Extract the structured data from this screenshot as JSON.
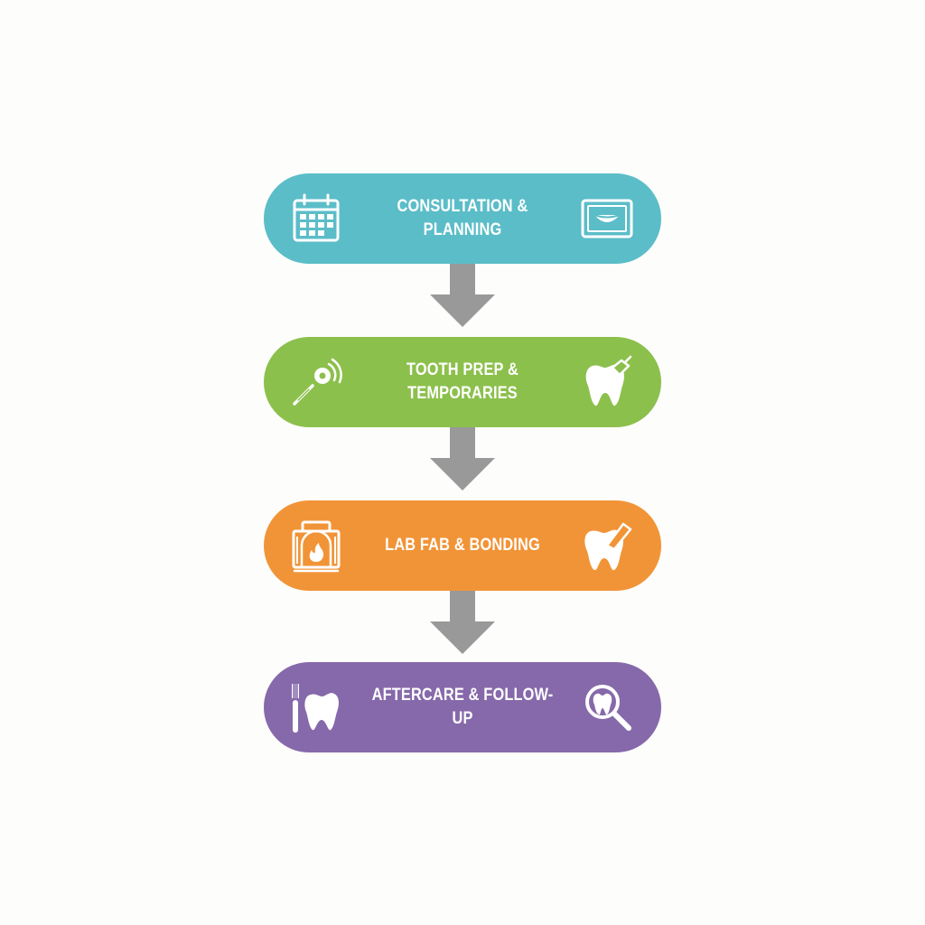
{
  "steps": [
    {
      "label": "CONSULTATION & PLANNING",
      "color": "#5bbdc8",
      "left_icon": "calendar-icon",
      "right_icon": "smile-tablet-icon"
    },
    {
      "label": "TOOTH PREP &\nTEMPORARIES",
      "color": "#8cc04c",
      "left_icon": "dental-drill-icon",
      "right_icon": "tooth-shield-icon"
    },
    {
      "label": "LAB FAB & BONDING",
      "color": "#f19437",
      "left_icon": "furnace-icon",
      "right_icon": "tooth-bonding-icon"
    },
    {
      "label": "AFTERCARE & FOLLOW-UP",
      "color": "#8669aa",
      "left_icon": "toothbrush-tooth-icon",
      "right_icon": "magnifier-tooth-icon"
    }
  ],
  "arrow_color": "#999999"
}
